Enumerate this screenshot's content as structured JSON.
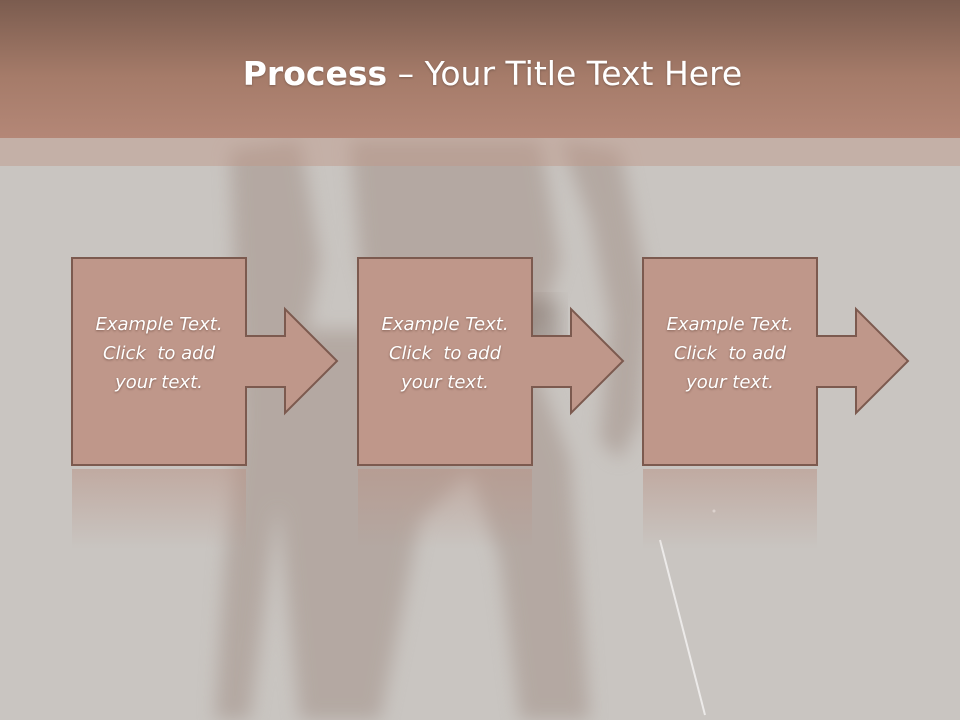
{
  "slide": {
    "title_bold": "Process",
    "title_rest": " – Your Title Text Here"
  },
  "steps": [
    {
      "lines": [
        "Example Text.",
        "Click  to add",
        "your text."
      ]
    },
    {
      "lines": [
        "Example Text.",
        "Click  to add",
        "your text."
      ]
    },
    {
      "lines": [
        "Example Text.",
        "Click  to add",
        "your text."
      ]
    }
  ],
  "colors": {
    "title_bar": "#a57b69",
    "box_fill": "#bf978a",
    "box_stroke": "#7c5a4f",
    "background": "#c9c5c1"
  }
}
